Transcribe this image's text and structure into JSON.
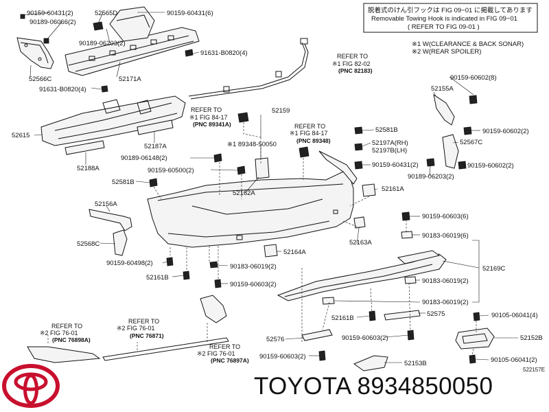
{
  "notice": {
    "line1": "脱着式のけん引フックは FIG 09−01 に掲載してあります",
    "line2": "Removable Towing Hook is indicated in FIG 09−01",
    "line3": "( REFER TO FIG 09-01 )"
  },
  "legend": {
    "item1": "※1 W(CLEARANCE & BACK SONAR)",
    "item2": "※2 W(REAR SPOILER)"
  },
  "labels": {
    "p_52565D": "52565D",
    "p_90159_60431_2": "90159-60431(2)",
    "p_90189_06066_2": "90189-06066(2)",
    "p_90159_60431_6": "90159-60431(6)",
    "p_90189_06203_2a": "90189-06203(2)",
    "p_91631_B0820_4a": "91631-B0820(4)",
    "p_52566C": "52566C",
    "p_52171A": "52171A",
    "p_91631_B0820_4b": "91631-B0820(4)",
    "p_52615": "52615",
    "p_52187A": "52187A",
    "p_52188A": "52188A",
    "p_52159": "52159",
    "p_89348_50050": "※1 89348-50050",
    "p_90189_06148_2": "90189-06148(2)",
    "p_90159_60500_2": "90159-60500(2)",
    "p_52162A": "52162A",
    "p_52581B_a": "52581B",
    "p_52156A": "52156A",
    "p_52568C": "52568C",
    "p_90159_60498_2": "90159-60498(2)",
    "p_52161B_a": "52161B",
    "p_52164A": "52164A",
    "p_90183_06019_2a": "90183-06019(2)",
    "p_90159_60603_2a": "90159-60603(2)",
    "p_52163A": "52163A",
    "p_52161A": "52161A",
    "p_52581B_b": "52581B",
    "p_52197A": "52197A(RH)",
    "p_52197B": "52197B(LH)",
    "p_90159_60431_2b": "90159-60431(2)",
    "p_90159_60602_8": "90159-60602(8)",
    "p_52155A": "52155A",
    "p_90159_60602_2a": "90159-60602(2)",
    "p_52567C": "52567C",
    "p_90159_60602_2b": "90159-60602(2)",
    "p_90189_06203_2b": "90189-06203(2)",
    "p_90159_60603_6": "90159-60603(6)",
    "p_90183_06019_6": "90183-06019(6)",
    "p_52169C": "52169C",
    "p_90183_06019_2b": "90183-06019(2)",
    "p_90183_06019_2c": "90183-06019(2)",
    "p_52161B_b": "52161B",
    "p_52575": "52575",
    "p_90105_06041_4": "90105-06041(4)",
    "p_52576": "52576",
    "p_90159_60603_2b": "90159-60603(2)",
    "p_52152B": "52152B",
    "p_90159_60603_2c": "90159-60603(2)",
    "p_52153B": "52153B",
    "p_90105_06041_2": "90105-06041(2)",
    "diagram_code": "522157E"
  },
  "refs": {
    "r1": {
      "a": "REFER TO",
      "b": "※1 FIG 82-02",
      "c": "(PNC 82183)"
    },
    "r2": {
      "a": "REFER TO",
      "b": "※1 FIG 84-17",
      "c": "(PNC 89341A)"
    },
    "r3": {
      "a": "REFER TO",
      "b": "※1 FIG 84-17",
      "c": "(PNC 89348)"
    },
    "r4": {
      "a": "REFER TO",
      "b": "※2 FIG 76-01",
      "c": "(PNC 76898A)"
    },
    "r5": {
      "a": "REFER TO",
      "b": "※2 FIG 76-01",
      "c": "(PNC 76871)"
    },
    "r6": {
      "a": "REFER TO",
      "b": "※2 FIG 76-01",
      "c": "(PNC 76897A)"
    }
  },
  "brand": {
    "text": "TOYOTA 8934850050",
    "logo_icon": "toyota-logo-icon",
    "logo_color": "#c8102e"
  }
}
